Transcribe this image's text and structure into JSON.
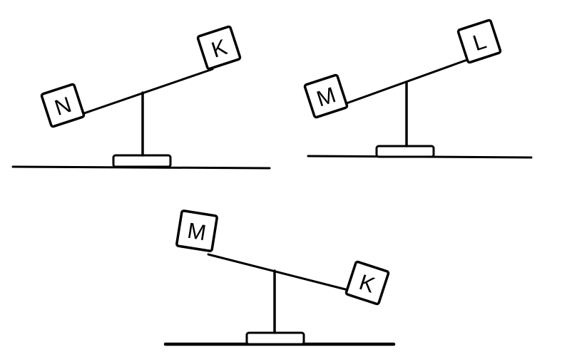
{
  "colors": {
    "ink": "#000000",
    "background": "#ffffff"
  },
  "seesaws": [
    {
      "left_block": "N",
      "right_block": "K",
      "heavier_side": "left"
    },
    {
      "left_block": "M",
      "right_block": "L",
      "heavier_side": "left"
    },
    {
      "left_block": "M",
      "right_block": "K",
      "heavier_side": "right"
    }
  ]
}
